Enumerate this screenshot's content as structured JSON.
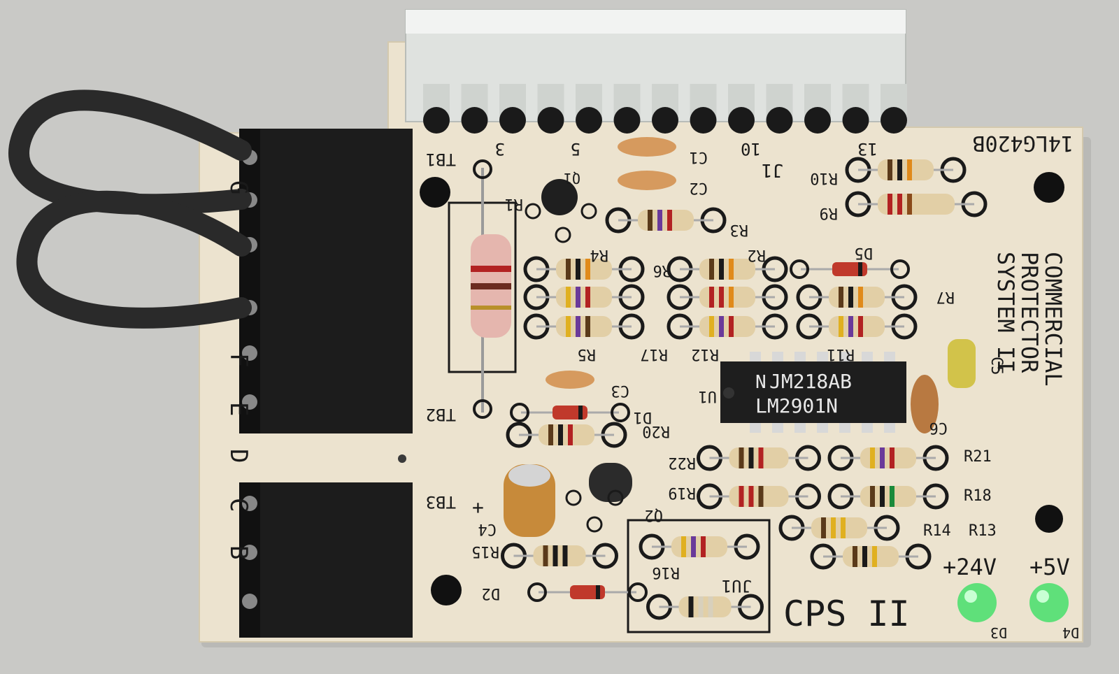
{
  "board": {
    "part_number": "14LG420B",
    "product_name": [
      "COMMERCIAL",
      "PROTECTOR",
      "SYSTEM II"
    ],
    "model": "CPS II",
    "connector": "J1",
    "pin_numbers": [
      "3",
      "5",
      "10",
      "13"
    ],
    "voltages": {
      "v24": "+24V",
      "v5": "+5V"
    },
    "edge_letters": [
      "G",
      "F",
      "E",
      "D",
      "C",
      "B"
    ]
  },
  "chip": {
    "line1": "JM218AB",
    "line2": "LM2901N",
    "ref": "U1",
    "logo": "national-semiconductor-logo"
  },
  "terminal_blocks": [
    "TB1",
    "TB2",
    "TB3"
  ],
  "labels": {
    "resistors": [
      "R1",
      "R2",
      "R3",
      "R4",
      "R5",
      "R6",
      "R7",
      "R9",
      "R10",
      "R11",
      "R12",
      "R13",
      "R14",
      "R15",
      "R16",
      "R17",
      "R18",
      "R19",
      "R20",
      "R21",
      "R22"
    ],
    "capacitors": [
      "C1",
      "C2",
      "C3",
      "C4",
      "C5",
      "C6"
    ],
    "diodes": [
      "D1",
      "D2",
      "D3",
      "D4",
      "D5"
    ],
    "transistors": [
      "Q1",
      "Q2"
    ],
    "jumper": "JU1",
    "c4_polarity": "+"
  },
  "colors": {
    "board": "#ece3cf",
    "silkscreen": "#1a1a1a",
    "connector_plastic": "#dfe2df",
    "terminal_block": "#1c1c1c",
    "led": "#5fe07a",
    "background": "#c9c9c6"
  }
}
